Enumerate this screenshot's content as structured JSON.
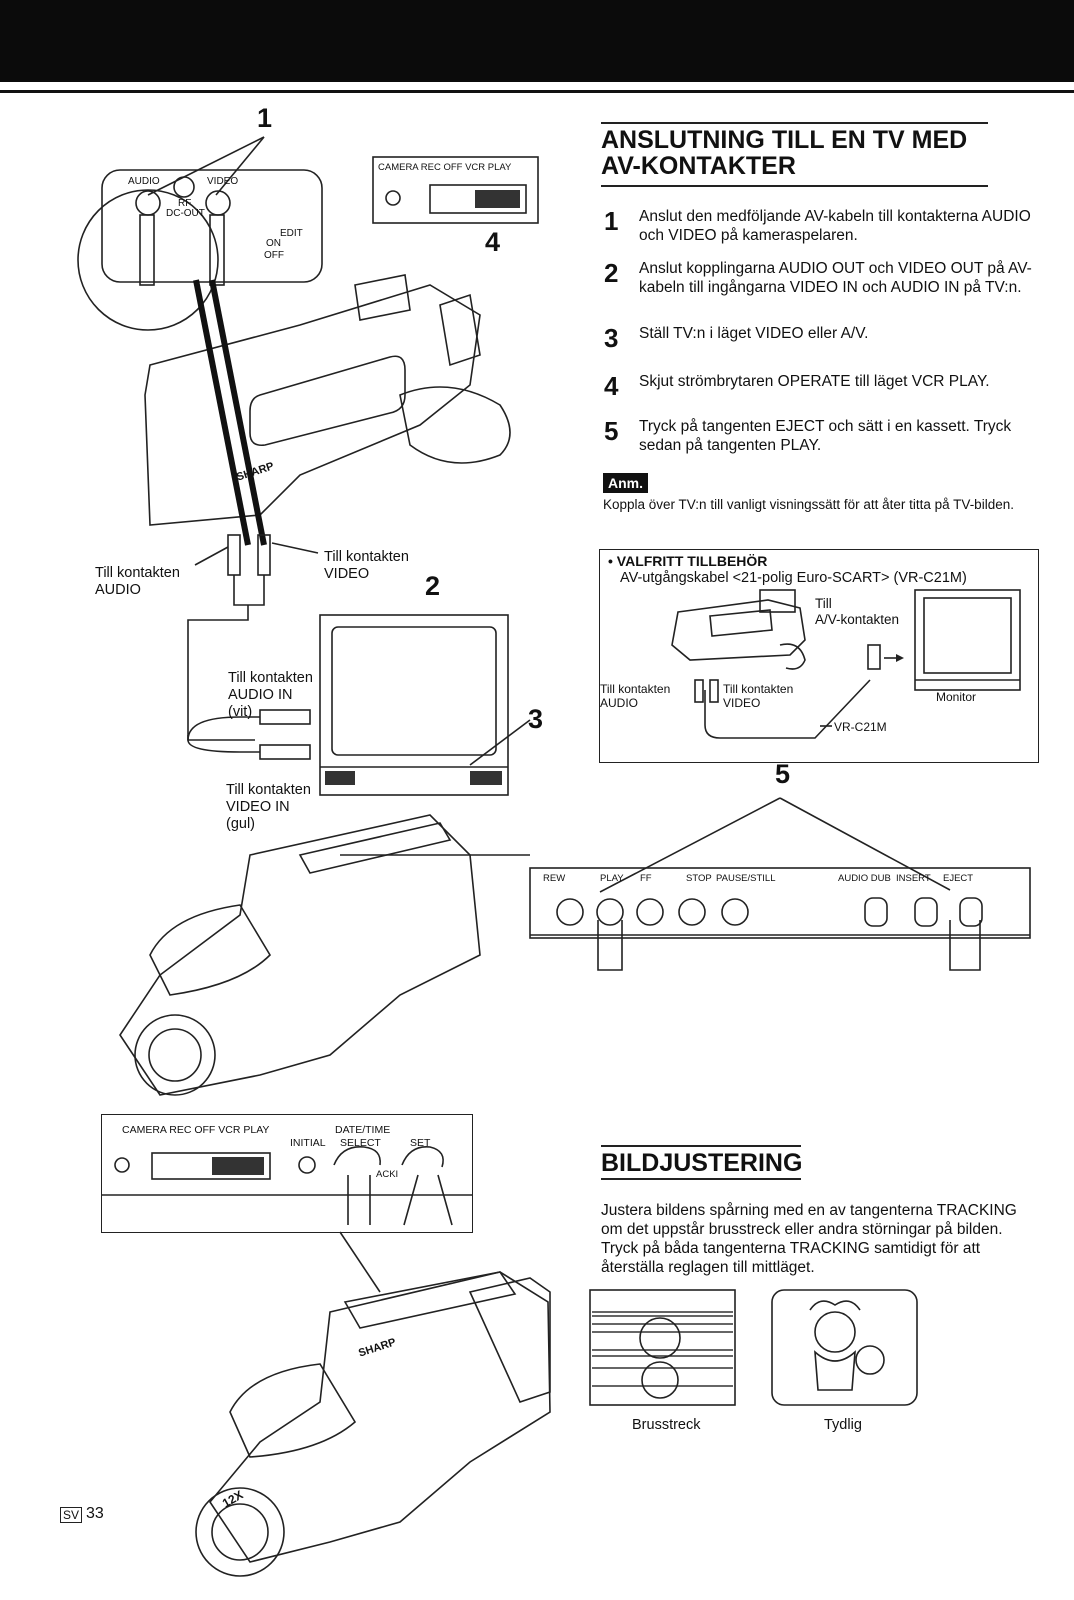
{
  "section1": {
    "title_line1": "ANSLUTNING TILL EN TV MED",
    "title_line2": "AV-KONTAKTER",
    "steps": [
      {
        "num": "1",
        "text": "Anslut den medföljande AV-kabeln till kontakterna AUDIO och VIDEO på kameraspelaren."
      },
      {
        "num": "2",
        "text": "Anslut kopplingarna AUDIO OUT och VIDEO OUT på AV-kabeln till ingångarna VIDEO IN och AUDIO IN på TV:n."
      },
      {
        "num": "3",
        "text": "Ställ TV:n i läget VIDEO eller A/V."
      },
      {
        "num": "4",
        "text": "Skjut strömbrytaren OPERATE till läget VCR PLAY."
      },
      {
        "num": "5",
        "text": "Tryck på tangenten EJECT och sätt i en kassett. Tryck sedan på tangenten PLAY."
      }
    ],
    "note_badge": "Anm.",
    "note_text": "Koppla över TV:n till vanligt visningssätt för att åter titta på TV-bilden."
  },
  "accessory": {
    "title": "• VALFRITT TILLBEHÖR",
    "subtitle": "AV-utgångskabel <21-polig Euro-SCART> (VR-C21M)",
    "label_till": "Till",
    "label_av": "A/V-kontakten",
    "label_audio_1": "Till kontakten",
    "label_audio_2": "AUDIO",
    "label_video_1": "Till kontakten",
    "label_video_2": "VIDEO",
    "label_monitor": "Monitor",
    "label_cable": "VR-C21M"
  },
  "diagram_top": {
    "callout_1": "1",
    "callout_2": "2",
    "callout_3": "3",
    "callout_4": "4",
    "callout_5": "5",
    "jack_audio": "AUDIO",
    "jack_video": "VIDEO",
    "jack_rf": "RF",
    "jack_dcout": "DC-OUT",
    "switch_label": "CAMERA REC  OFF  VCR PLAY",
    "edit": "EDIT",
    "on": "ON",
    "off": "OFF",
    "brand": "SHARP",
    "label_audio_1": "Till kontakten",
    "label_audio_2": "AUDIO",
    "label_video_1": "Till kontakten",
    "label_video_2": "VIDEO",
    "label_audio_in_1": "Till kontakten",
    "label_audio_in_2": "AUDIO IN",
    "label_audio_in_3": "(vit)",
    "label_video_in_1": "Till kontakten",
    "label_video_in_2": "VIDEO IN",
    "label_video_in_3": "(gul)"
  },
  "button_panel": {
    "rew": "REW",
    "play": "PLAY",
    "ff": "FF",
    "stop": "STOP",
    "pause": "PAUSE/STILL",
    "audio_dub": "AUDIO DUB",
    "insert": "INSERT",
    "eject": "EJECT"
  },
  "tracking_panel": {
    "switch_label": "CAMERA REC  OFF  VCR PLAY",
    "datetime": "DATE/TIME",
    "initial": "INITIAL",
    "select": "SELECT",
    "set": "SET",
    "tracking": "ACKI",
    "zoom": "12X"
  },
  "section2": {
    "title": "BILDJUSTERING",
    "body": "Justera bildens spårning med en av tangenterna TRACKING om det uppstår brusstreck eller andra störningar på bilden. Tryck på båda tangenterna TRACKING samtidigt för att återställa reglagen till mittläget.",
    "caption_noise": "Brusstreck",
    "caption_clear": "Tydlig"
  },
  "footer": {
    "lang": "SV",
    "page": "33"
  }
}
